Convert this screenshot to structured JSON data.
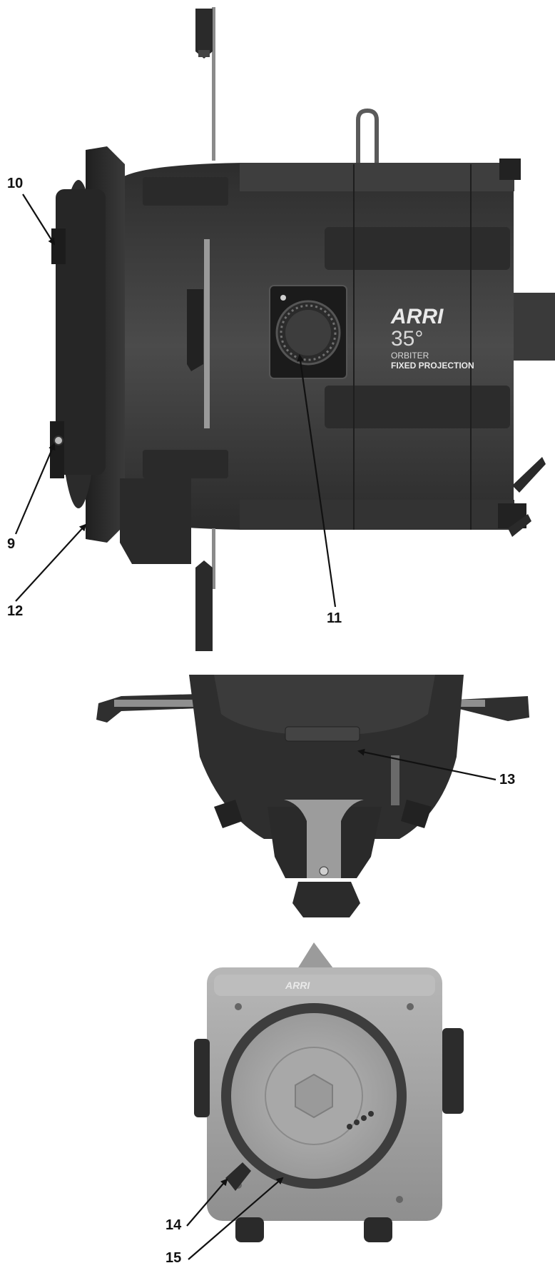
{
  "callouts": {
    "c9": "9",
    "c10": "10",
    "c11": "11",
    "c12": "12",
    "c13": "13",
    "c14": "14",
    "c15": "15"
  },
  "product_label": {
    "brand": "ARRI",
    "angle": "35°",
    "line1": "ORBITER",
    "line2": "FIXED PROJECTION"
  },
  "back_label": {
    "brand": "ARRI"
  },
  "colors": {
    "body_dark": "#3a3a3a",
    "body_mid": "#4c4c4c",
    "body_light": "#9d9d9d",
    "back_plate": "#a9a9a9",
    "arrow": "#111111"
  }
}
